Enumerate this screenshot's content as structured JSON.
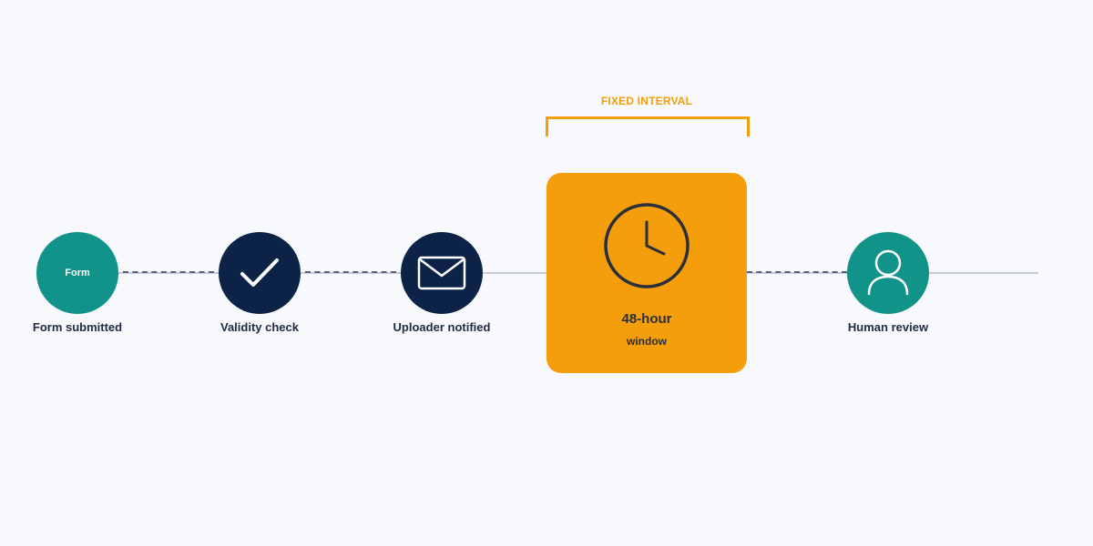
{
  "steps": [
    {
      "label": "Form submitted",
      "icon_text": "Form",
      "icon": "form-badge"
    },
    {
      "label": "Validity check",
      "icon": "checkmark-icon"
    },
    {
      "label": "Uploader notified",
      "icon": "envelope-icon"
    },
    {
      "label": "Human review",
      "icon": "person-icon"
    }
  ],
  "interval": {
    "bracket_label": "FIXED INTERVAL",
    "title": "48-hour",
    "subtitle": "window",
    "icon": "clock-icon"
  },
  "colors": {
    "teal": "#12938a",
    "navy": "#0c2347",
    "amber": "#f59e0b",
    "background": "#f7f9fc"
  }
}
